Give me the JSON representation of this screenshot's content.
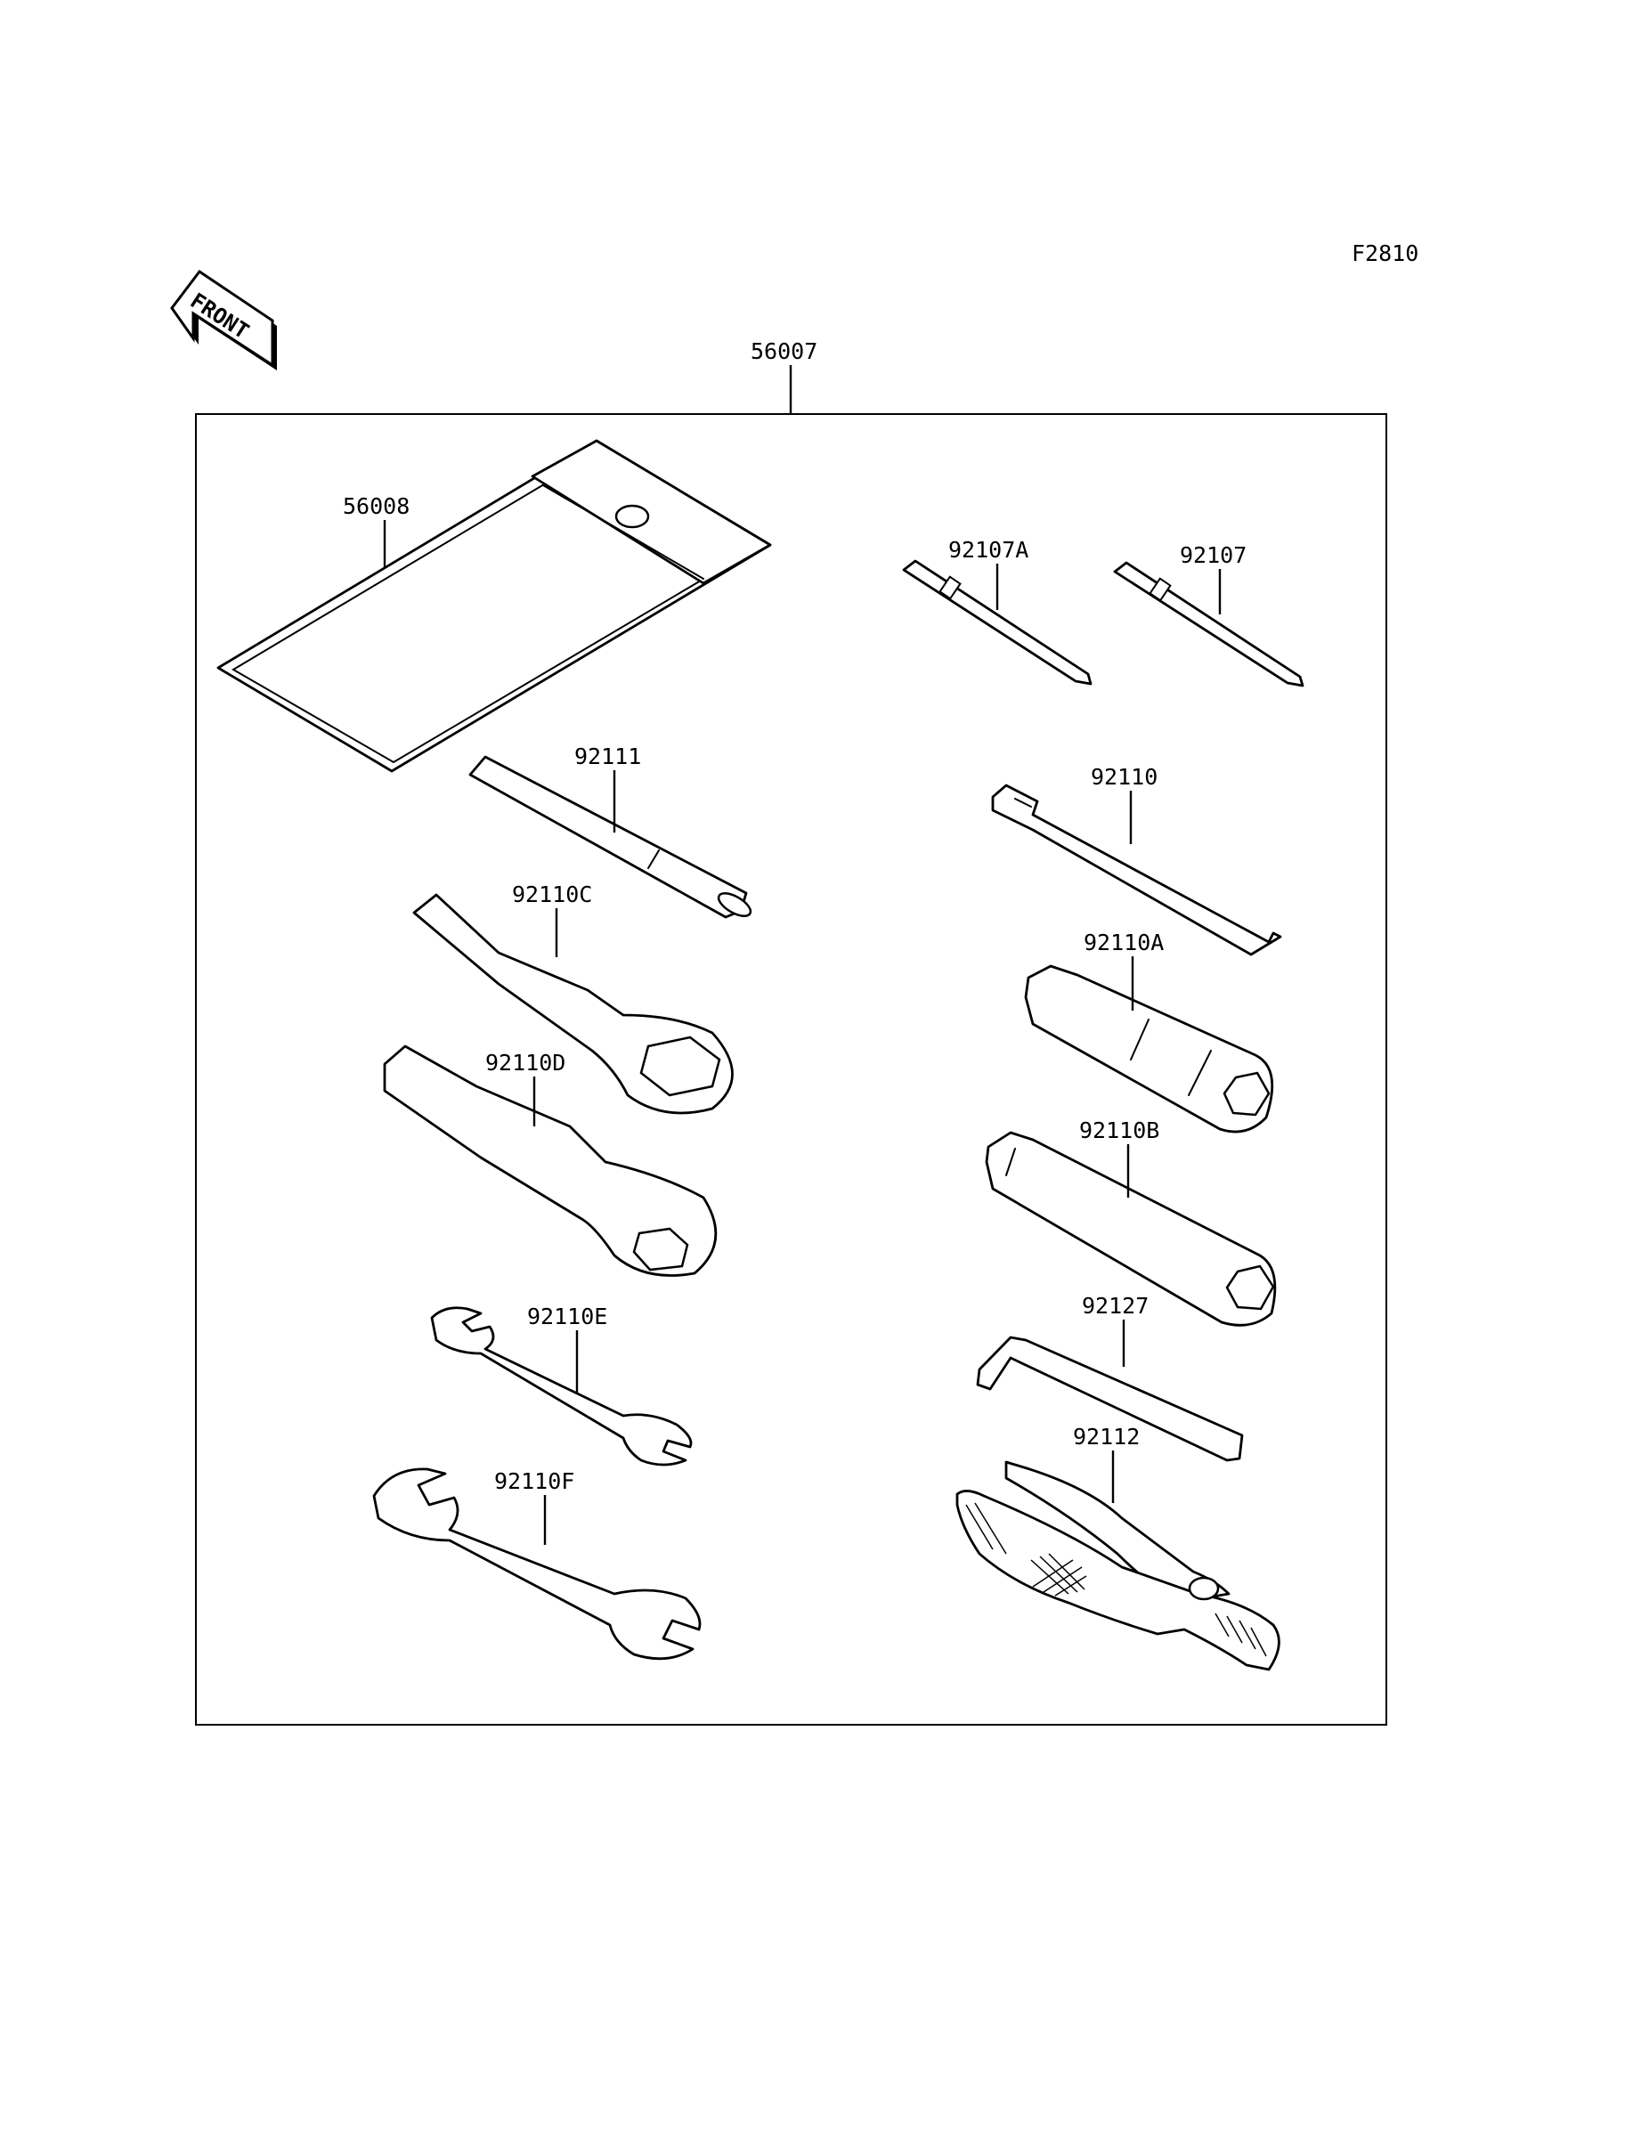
{
  "figure_code": "F2810",
  "direction_label": "FRONT",
  "assembly": {
    "part_no": "56007"
  },
  "parts": [
    {
      "id": "56008",
      "item": "tool-bag"
    },
    {
      "id": "92107A",
      "item": "screwdriver-bit"
    },
    {
      "id": "92107",
      "item": "screwdriver-bit"
    },
    {
      "id": "92111",
      "item": "handle-bar"
    },
    {
      "id": "92110",
      "item": "spanner-rod"
    },
    {
      "id": "92110C",
      "item": "box-wrench"
    },
    {
      "id": "92110A",
      "item": "socket-wrench"
    },
    {
      "id": "92110D",
      "item": "box-wrench"
    },
    {
      "id": "92110B",
      "item": "socket-wrench"
    },
    {
      "id": "92110E",
      "item": "open-end-wrench"
    },
    {
      "id": "92127",
      "item": "hex-key"
    },
    {
      "id": "92110F",
      "item": "open-end-wrench"
    },
    {
      "id": "92112",
      "item": "pliers"
    }
  ]
}
